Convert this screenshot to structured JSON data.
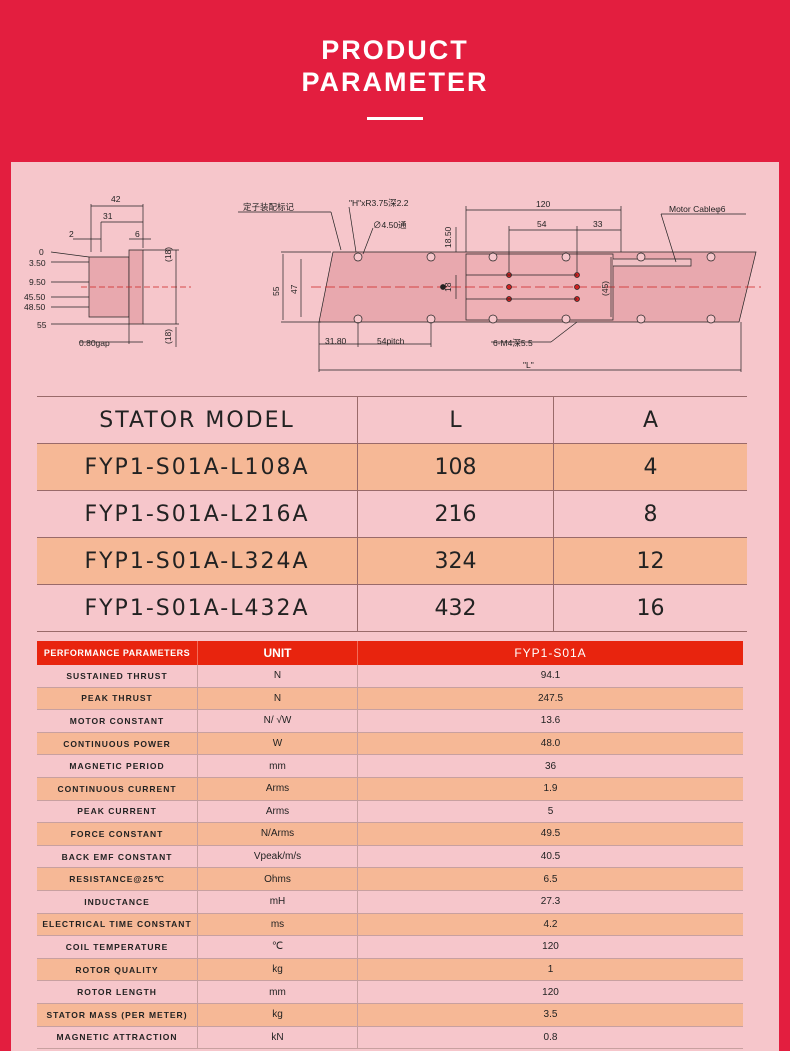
{
  "header": {
    "title_line1": "PRODUCT",
    "title_line2": "PARAMETER"
  },
  "drawing": {
    "left_dims": {
      "w42": "42",
      "w31": "31",
      "w2": "2",
      "w6": "6",
      "y0": "0",
      "y350": "3.50",
      "y950": "9.50",
      "y4550": "45.50",
      "y4850": "48.50",
      "y55": "55",
      "gap": "0.80gap",
      "r18a": "(18)",
      "r18b": "(18)"
    },
    "right_dims": {
      "mark_label": "定子装配标记",
      "hole_h": "\"H\"xR3.75深2.2",
      "hole_d": "∅4.50通",
      "w120": "120",
      "w54": "54",
      "w33": "33",
      "cable": "Motor Cableφ6",
      "h1850": "18.50",
      "h18": "18",
      "h55": "55",
      "h47": "47",
      "h45": "(45)",
      "p3180": "31.80",
      "pitch": "54pitch",
      "m4": "6-M4深5.5",
      "L": "\"L\""
    }
  },
  "stator_table": {
    "headers": [
      "STATOR MODEL",
      "L",
      "A"
    ],
    "rows": [
      [
        "FYP1-S01A-L108A",
        "108",
        "4"
      ],
      [
        "FYP1-S01A-L216A",
        "216",
        "8"
      ],
      [
        "FYP1-S01A-L324A",
        "324",
        "12"
      ],
      [
        "FYP1-S01A-L432A",
        "432",
        "16"
      ]
    ]
  },
  "performance_table": {
    "headers": [
      "PERFORMANCE PARAMETERS",
      "UNIT",
      "FYP1-S01A"
    ],
    "rows": [
      [
        "SUSTAINED THRUST",
        "N",
        "94.1"
      ],
      [
        "PEAK THRUST",
        "N",
        "247.5"
      ],
      [
        "MOTOR CONSTANT",
        "N/ √W",
        "13.6"
      ],
      [
        "CONTINUOUS POWER",
        "W",
        "48.0"
      ],
      [
        "MAGNETIC PERIOD",
        "mm",
        "36"
      ],
      [
        "CONTINUOUS CURRENT",
        "Arms",
        "1.9"
      ],
      [
        "PEAK CURRENT",
        "Arms",
        "5"
      ],
      [
        "FORCE CONSTANT",
        "N/Arms",
        "49.5"
      ],
      [
        "BACK EMF CONSTANT",
        "Vpeak/m/s",
        "40.5"
      ],
      [
        "RESISTANCE@25℃",
        "Ohms",
        "6.5"
      ],
      [
        "INDUCTANCE",
        "mH",
        "27.3"
      ],
      [
        "ELECTRICAL TIME CONSTANT",
        "ms",
        "4.2"
      ],
      [
        "COIL TEMPERATURE",
        "℃",
        "120"
      ],
      [
        "ROTOR QUALITY",
        "kg",
        "1"
      ],
      [
        "ROTOR LENGTH",
        "mm",
        "120"
      ],
      [
        "STATOR MASS (PER METER)",
        "kg",
        "3.5"
      ],
      [
        "MAGNETIC ATTRACTION",
        "kN",
        "0.8"
      ]
    ]
  },
  "colors": {
    "brand_red": "#e31e3f",
    "panel_pink": "#f6c6cb",
    "row_alt": "#f6b896",
    "table_head_red": "#e8240e"
  }
}
